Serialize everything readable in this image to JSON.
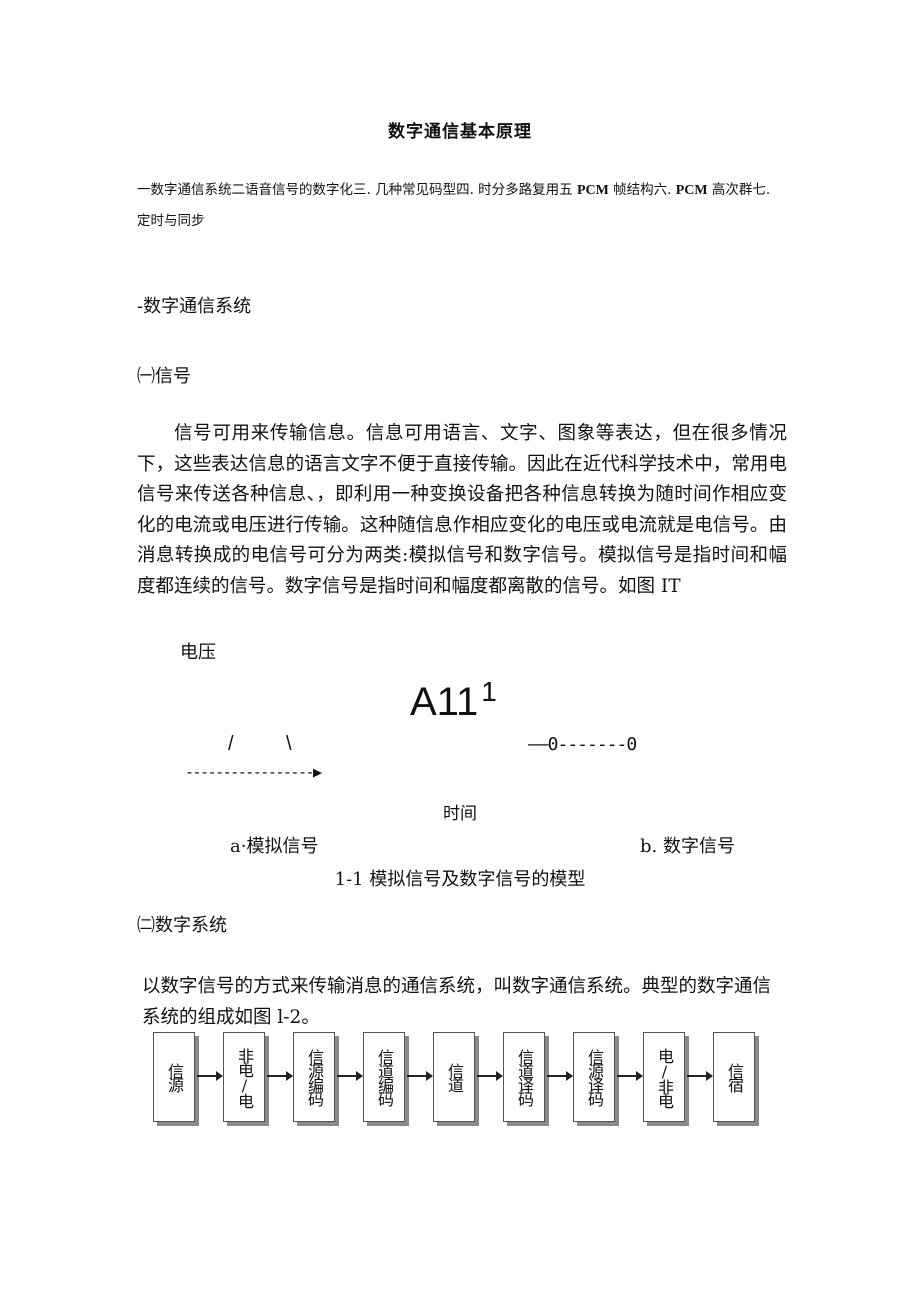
{
  "document": {
    "title": "数字通信基本原理",
    "toc": {
      "part1": "一数字通信系统二语音信号的数字化三. 几种常见码型四. 时分多路复用五 ",
      "pcm1": "PCM",
      "part2": " 帧结构六. ",
      "pcm2": "PCM",
      "part3": " 高次群七. 定时与同步"
    },
    "section1_heading": "-数字通信系统",
    "sub1_heading": "㈠信号",
    "paragraph1": "信号可用来传输信息。信息可用语言、文字、图象等表达，但在很多情况下，这些表达信息的语言文字不便于直接传输。因此在近代科学技术中，常用电信号来传送各种信息、，即利用一种变换设备把各种信息转换为随时间作相应变化的电流或电压进行传输。这种随信息作相应变化的电压或电流就是电信号。由消息转换成的电信号可分为两类:模拟信号和数字信号。模拟信号是指时间和幅度都连续的信号。数字信号是指时间和幅度都离散的信号。如图 IT",
    "figure1": {
      "voltage_label": "电压",
      "digital_top": "A11",
      "digital_top_sup": "1",
      "slash_left": "/",
      "slash_right": "\\",
      "digital_line": "——0-------0",
      "axis_line": "-----------------▶",
      "time_label": "时间",
      "caption_a": "a·模拟信号",
      "caption_b": "b. 数字信号",
      "caption": "1-1 模拟信号及数字信号的模型"
    },
    "sub2_heading": "㈡数字系统",
    "paragraph2": "以数字信号的方式来传输消息的通信系统，叫数字通信系统。典型的数字通信系统的组成如图 l-2。",
    "figure2": {
      "blocks": [
        "信源",
        "非电/电",
        "信源编码",
        "信道编码",
        "信道",
        "信道译码",
        "信源译码",
        "电/非电",
        "信宿"
      ]
    }
  }
}
